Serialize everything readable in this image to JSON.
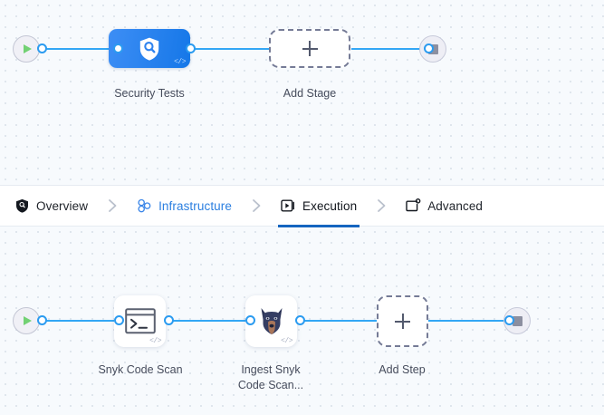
{
  "tabs": [
    {
      "label": "Overview",
      "icon": "shield-icon",
      "state": "default"
    },
    {
      "label": "Infrastructure",
      "icon": "infrastructure-icon",
      "state": "link"
    },
    {
      "label": "Execution",
      "icon": "play-box-icon",
      "state": "active"
    },
    {
      "label": "Advanced",
      "icon": "advanced-gear-icon",
      "state": "default"
    }
  ],
  "separator": "›",
  "colors": {
    "accent_blue": "#1565c0",
    "link_blue": "#2b7fe0",
    "edge_blue": "#33a7f5",
    "stage_gradient_from": "#3d8ef5",
    "stage_gradient_to": "#1577e8",
    "start_green": "#72d173",
    "stop_grey": "#8c8fa0",
    "canvas_bg": "#f7fafd",
    "dot_grid": "#dde4ec"
  },
  "stage_graph": {
    "start_node": {
      "name": "pipeline-start",
      "icon": "play-icon"
    },
    "end_node": {
      "name": "pipeline-end",
      "icon": "stop-icon"
    },
    "nodes": [
      {
        "id": "security-tests",
        "label": "Security Tests",
        "type": "stage",
        "icon": "shield-search-icon",
        "badge": "</>"
      },
      {
        "id": "add-stage",
        "label": "Add Stage",
        "type": "add",
        "icon": "plus-icon"
      }
    ]
  },
  "step_graph": {
    "start_node": {
      "name": "execution-start",
      "icon": "play-icon"
    },
    "end_node": {
      "name": "execution-end",
      "icon": "stop-icon"
    },
    "nodes": [
      {
        "id": "snyk-code-scan",
        "label": "Snyk Code Scan",
        "type": "step",
        "icon": "terminal-icon",
        "badge": "</>"
      },
      {
        "id": "ingest-snyk-code-scan",
        "label": "Ingest Snyk\nCode Scan...",
        "type": "step",
        "icon": "snyk-dog-icon",
        "badge": "</>"
      },
      {
        "id": "add-step",
        "label": "Add Step",
        "type": "add",
        "icon": "plus-icon"
      }
    ]
  }
}
